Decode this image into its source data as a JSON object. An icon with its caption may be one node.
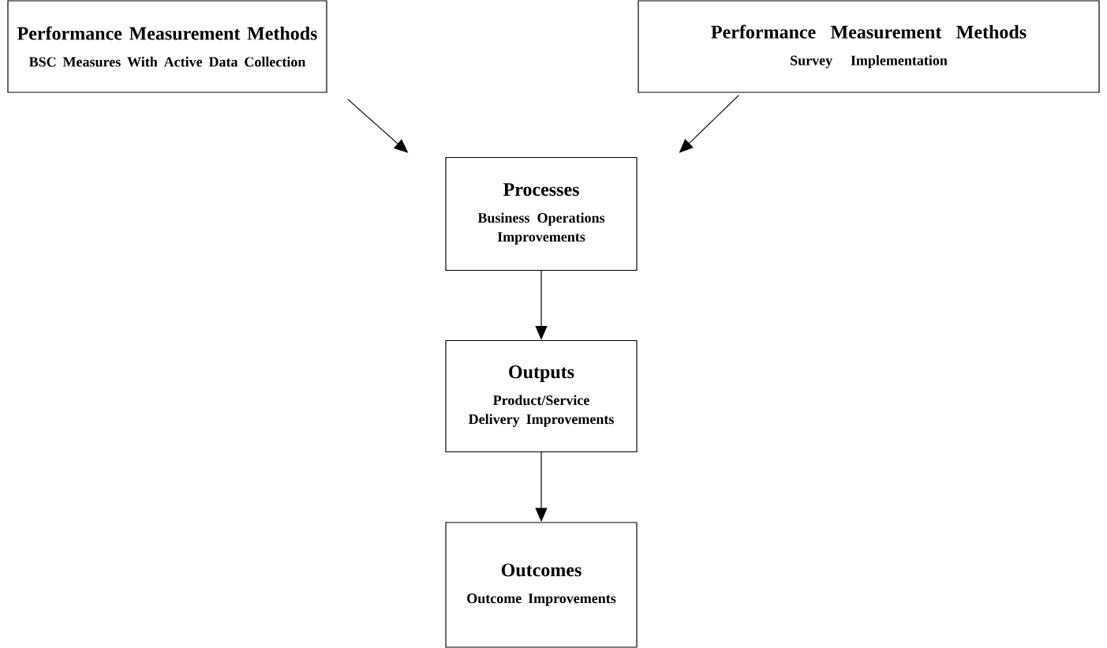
{
  "diagram": {
    "nodes": [
      {
        "text": [
          "Performance Measurement Methods",
          "BSC Measures With Active Data Collection"
        ]
      },
      {
        "text": [
          "Performance Measurement Methods",
          "Survey Implementation"
        ]
      },
      {
        "text": [
          "Processes",
          "Business Operations Improvements"
        ]
      },
      {
        "text": [
          "Outputs",
          "Product/Service Delivery Improvements"
        ]
      },
      {
        "text": [
          "Outcomes",
          "Outcome Improvements"
        ]
      }
    ],
    "edges": [
      {
        "from": 0,
        "to": 2,
        "arrow": "to"
      },
      {
        "from": 1,
        "to": 2,
        "arrow": "to"
      },
      {
        "from": 2,
        "to": 3,
        "arrow": "to"
      },
      {
        "from": 3,
        "to": 4,
        "arrow": "to"
      }
    ]
  }
}
